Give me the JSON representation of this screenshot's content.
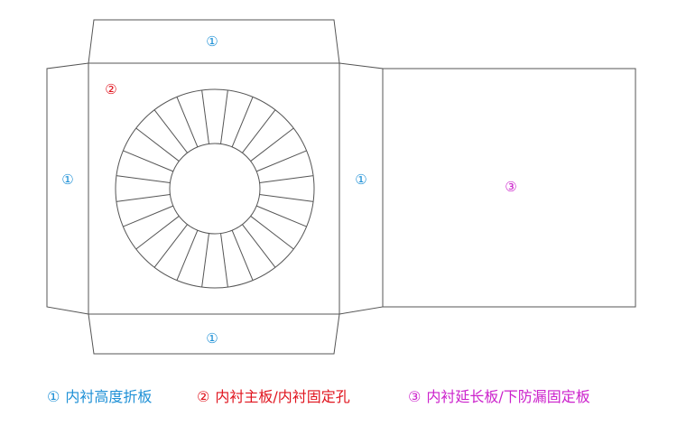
{
  "colors": {
    "panel_height_fold": "#1e90d6",
    "panel_main": "#e0141e",
    "panel_extension": "#cc22cc",
    "outline": "#555555"
  },
  "diagram": {
    "labels": {
      "top_fold": "①",
      "bottom_fold": "①",
      "left_fold": "①",
      "right_fold": "①",
      "main_panel": "②",
      "extension_panel": "③"
    },
    "ring_segments": 24
  },
  "legend": [
    {
      "number": "①",
      "text": "内衬高度折板"
    },
    {
      "number": "②",
      "text": "内衬主板/内衬固定孔"
    },
    {
      "number": "③",
      "text": "内衬延长板/下防漏固定板"
    }
  ]
}
